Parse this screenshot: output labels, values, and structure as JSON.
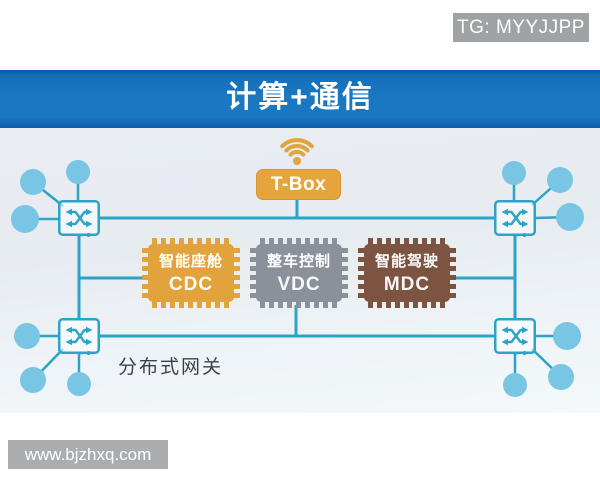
{
  "top_bar": {
    "tag_badge": "TG: MYYJJPP"
  },
  "header": {
    "title": "计算+通信"
  },
  "diagram": {
    "tbox_label": "T-Box",
    "chips": [
      {
        "name": "智能座舱",
        "code": "CDC",
        "color": "#e2a33c"
      },
      {
        "name": "整车控制",
        "code": "VDC",
        "color": "#8a919b"
      },
      {
        "name": "智能驾驶",
        "code": "MDC",
        "color": "#7d5342"
      }
    ],
    "gateway_label": "分布式网关",
    "switch_count": "4"
  },
  "footer": {
    "watermark": "www.bjzhxq.com"
  },
  "colors": {
    "banner_blue": "#1a78c2",
    "line_teal": "#2ba4c7",
    "node_blue": "#79c6e4",
    "tbox_orange": "#e5a43c",
    "chip_cdc_orange": "#e2a33c",
    "chip_vdc_gray": "#8a919b",
    "chip_mdc_brown": "#7d5342",
    "badge_gray": "#a0a3a6"
  }
}
